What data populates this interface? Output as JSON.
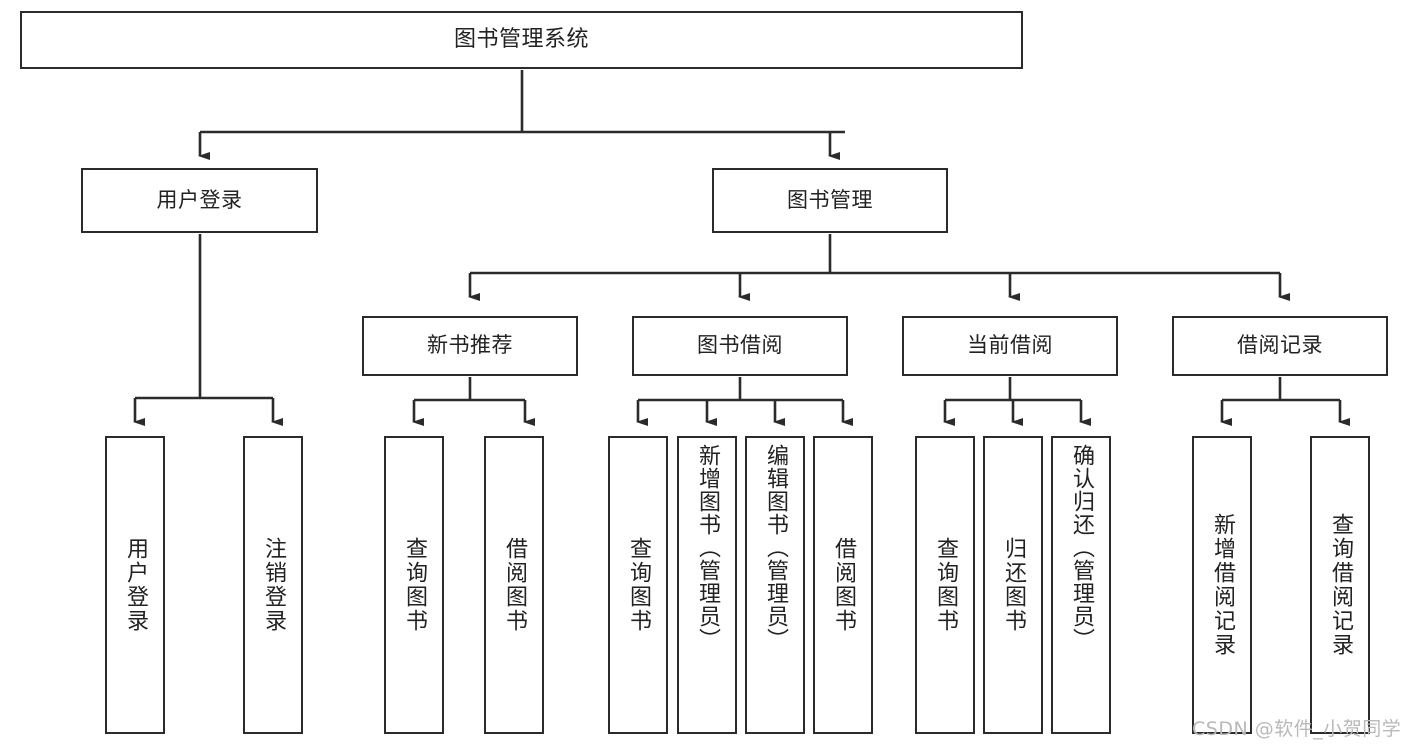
{
  "diagram": {
    "title": "图书管理系统",
    "type": "tree",
    "root": {
      "id": "root",
      "label": "图书管理系统",
      "orientation": "horizontal"
    },
    "level2": [
      {
        "id": "user-login",
        "label": "用户登录",
        "orientation": "horizontal"
      },
      {
        "id": "book-mgmt",
        "label": "图书管理",
        "orientation": "horizontal"
      }
    ],
    "level3": [
      {
        "id": "new-book-rec",
        "label": "新书推荐",
        "orientation": "horizontal",
        "parent": "book-mgmt"
      },
      {
        "id": "book-borrow",
        "label": "图书借阅",
        "orientation": "horizontal",
        "parent": "book-mgmt"
      },
      {
        "id": "current-borrow",
        "label": "当前借阅",
        "orientation": "horizontal",
        "parent": "book-mgmt"
      },
      {
        "id": "borrow-record",
        "label": "借阅记录",
        "orientation": "horizontal",
        "parent": "book-mgmt"
      }
    ],
    "leaves": [
      {
        "id": "leaf-user-login",
        "label": "用户登录",
        "parent": "user-login",
        "orientation": "vertical"
      },
      {
        "id": "leaf-user-logout",
        "label": "注销登录",
        "parent": "user-login",
        "orientation": "vertical"
      },
      {
        "id": "leaf-query-book-1",
        "label": "查询图书",
        "parent": "new-book-rec",
        "orientation": "vertical"
      },
      {
        "id": "leaf-borrow-book-1",
        "label": "借阅图书",
        "parent": "new-book-rec",
        "orientation": "vertical"
      },
      {
        "id": "leaf-query-book-2",
        "label": "查询图书",
        "parent": "book-borrow",
        "orientation": "vertical"
      },
      {
        "id": "leaf-add-book",
        "label": "新增图书（管理员）",
        "parent": "book-borrow",
        "orientation": "vertical"
      },
      {
        "id": "leaf-edit-book",
        "label": "编辑图书（管理员）",
        "parent": "book-borrow",
        "orientation": "vertical"
      },
      {
        "id": "leaf-borrow-book-2",
        "label": "借阅图书",
        "parent": "book-borrow",
        "orientation": "vertical"
      },
      {
        "id": "leaf-query-book-3",
        "label": "查询图书",
        "parent": "current-borrow",
        "orientation": "vertical"
      },
      {
        "id": "leaf-return-book",
        "label": "归还图书",
        "parent": "current-borrow",
        "orientation": "vertical"
      },
      {
        "id": "leaf-confirm-return",
        "label": "确认归还（管理员）",
        "parent": "current-borrow",
        "orientation": "vertical"
      },
      {
        "id": "leaf-add-record",
        "label": "新增借阅记录",
        "parent": "borrow-record",
        "orientation": "vertical"
      },
      {
        "id": "leaf-query-record",
        "label": "查询借阅记录",
        "parent": "borrow-record",
        "orientation": "vertical"
      }
    ]
  },
  "watermark": {
    "text": "CSDN @软件_小贺同学"
  },
  "colors": {
    "box_border": "#2b2b2b",
    "box_fill": "#ffffff",
    "text": "#222222",
    "connector": "#2b2b2b",
    "watermark": "#b9b9b9",
    "background": "#ffffff"
  }
}
